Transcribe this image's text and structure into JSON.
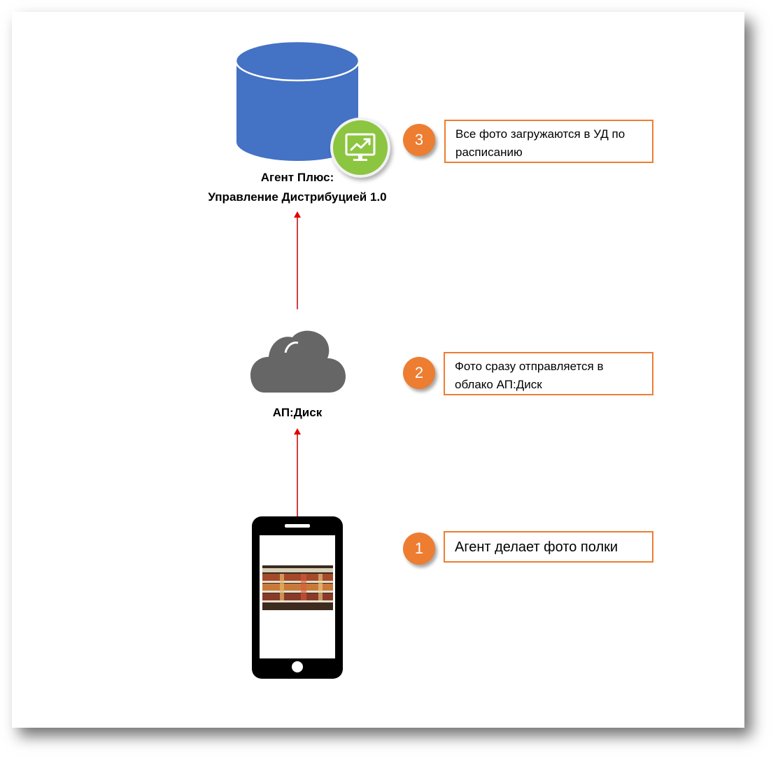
{
  "nodes": {
    "database": {
      "label_line1": "Агент Плюс:",
      "label_line2": "Управление Дистрибуцией 1.0",
      "icon": "database-cylinder-icon",
      "badge_icon": "monitor-chart-icon"
    },
    "cloud": {
      "label": "АП:Диск",
      "icon": "cloud-icon"
    },
    "phone": {
      "icon": "smartphone-icon",
      "screen_image": "store-shelf-photo"
    }
  },
  "steps": [
    {
      "number": "1",
      "text": "Агент делает фото полки"
    },
    {
      "number": "2",
      "text": "Фото сразу отправляется в облако АП:Диск"
    },
    {
      "number": "3",
      "text": "Все фото загружаются в УД по расписанию"
    }
  ],
  "colors": {
    "database": "#4472c4",
    "badge_green": "#8cc540",
    "cloud": "#666666",
    "arrow": "#c00000",
    "step_accent": "#ed7d31",
    "phone": "#000000"
  }
}
